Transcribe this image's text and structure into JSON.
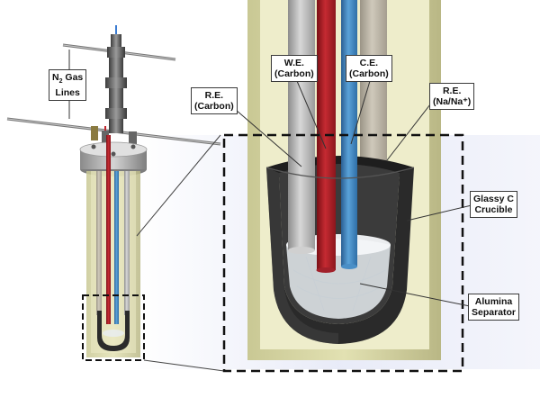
{
  "labels": {
    "n2": {
      "line1": "N",
      "sub": "2",
      "line1_rest": " Gas",
      "line2": "Lines"
    },
    "re_carbon": {
      "line1": "R.E.",
      "line2": "(Carbon)"
    },
    "we": {
      "line1": "W.E.",
      "line2": "(Carbon)"
    },
    "ce": {
      "line1": "C.E.",
      "line2": "(Carbon)"
    },
    "re_na": {
      "line1": "R.E.",
      "line2": "(Na/Na⁺)"
    },
    "crucible": {
      "line1": "Glassy C",
      "line2": "Crucible"
    },
    "separator": {
      "line1": "Alumina",
      "line2": "Separator"
    }
  },
  "colors": {
    "housing": "#d9d8a6",
    "housing_dark": "#b8b684",
    "we_rod": "#b3222a",
    "ce_rod": "#3f86c4",
    "re_rod": "#b9b9b9",
    "crucible": "#2b2b2b",
    "separator": "#e8eef2",
    "dash": "#111111"
  }
}
